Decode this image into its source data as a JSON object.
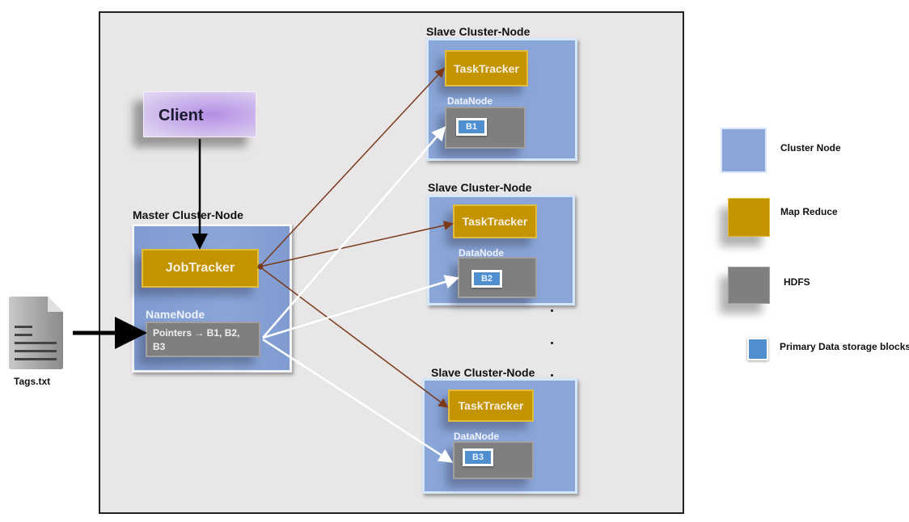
{
  "client": {
    "label": "Client"
  },
  "master": {
    "title": "Master Cluster-Node",
    "jobtracker": "JobTracker",
    "namenode_label": "NameNode",
    "pointers_line1": "Pointers →  B1, B2,",
    "pointers_line2": "B3"
  },
  "input_file": {
    "label": "Tags.txt",
    "icon": "document-icon"
  },
  "slaves": [
    {
      "title": "Slave Cluster-Node",
      "tasktracker": "TaskTracker",
      "datanode": "DataNode",
      "block": "B1"
    },
    {
      "title": "Slave Cluster-Node",
      "tasktracker": "TaskTracker",
      "datanode": "DataNode",
      "block": "B2"
    },
    {
      "title": "Slave Cluster-Node",
      "tasktracker": "TaskTracker",
      "datanode": "DataNode",
      "block": "B3"
    }
  ],
  "legend": [
    {
      "label": "Cluster Node",
      "color": "#8aa6d8"
    },
    {
      "label": "Map Reduce",
      "color": "#c49300"
    },
    {
      "label": "HDFS",
      "color": "#7f7f7f"
    },
    {
      "label": "Primary Data storage blocks",
      "color": "#4f8fd0"
    }
  ],
  "colors": {
    "mapreduce_link": "#7a3a1a",
    "hdfs_link": "#ffffff",
    "input_link": "#000000"
  }
}
